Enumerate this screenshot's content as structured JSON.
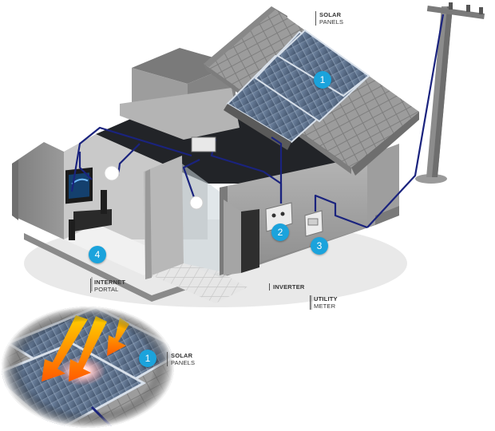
{
  "labels": {
    "solar_panels_top": {
      "line1": "SOLAR",
      "line2": "PANELS"
    },
    "internet_portal": {
      "line1": "INTERNET",
      "line2": "PORTAL"
    },
    "inverter": {
      "line1": "INVERTER"
    },
    "utility_meter": {
      "line1": "UTILITY",
      "line2": "METER"
    },
    "solar_panels_inset": {
      "line1": "SOLAR",
      "line2": "PANELS"
    }
  },
  "badges": {
    "solar_panels_roof": "1",
    "inverter": "2",
    "utility_meter": "3",
    "internet_portal": "4",
    "solar_panels_inset": "1"
  },
  "colors": {
    "accent": "#1ba3dc",
    "wire": "#1a237e",
    "wall": "#a8a8a8",
    "roof": "#8f8f8f",
    "panel": "#5a6e86",
    "sun_ray": "#ff7a00"
  }
}
